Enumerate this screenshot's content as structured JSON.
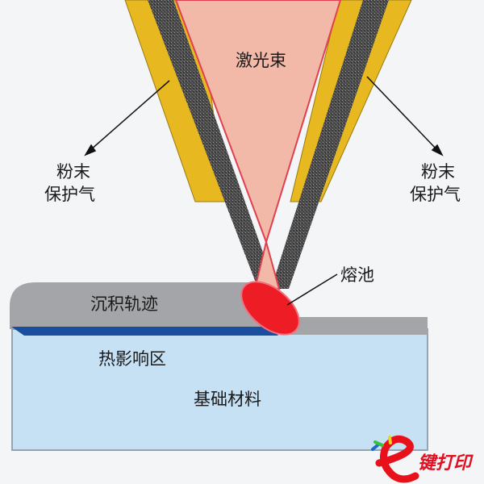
{
  "labels": {
    "laser_beam": "激光束",
    "left_powder": "粉末",
    "left_gas": "保护气",
    "right_powder": "粉末",
    "right_gas": "保护气",
    "melt_pool": "熔池",
    "deposition_track": "沉积轨迹",
    "heat_affected_zone": "热影响区",
    "substrate": "基础材料"
  },
  "logo": {
    "text": "键打印",
    "letter": "e"
  },
  "colors": {
    "laser": "#f2b8a8",
    "laser_border": "#e04050",
    "nozzle": "#e8b820",
    "powder": "#555555",
    "melt_pool": "#ee1c25",
    "track": "#a3a5a8",
    "haz": "#1a4fa0",
    "substrate": "#c6e0f4"
  }
}
